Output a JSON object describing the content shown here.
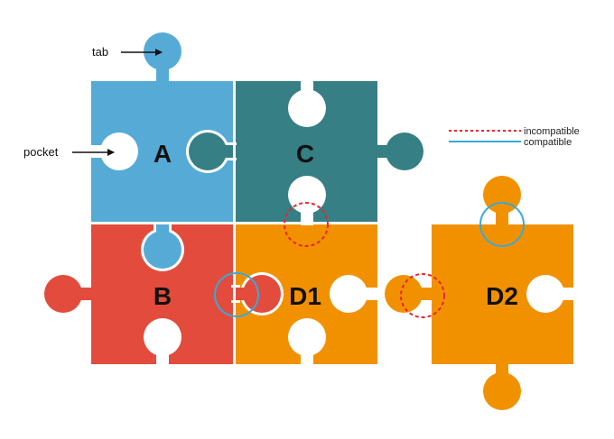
{
  "pieces": {
    "a": {
      "label": "A",
      "color": "#55ABD6"
    },
    "b": {
      "label": "B",
      "color": "#E34B3C"
    },
    "c": {
      "label": "C",
      "color": "#367F84"
    },
    "d1": {
      "label": "D1",
      "color": "#F29100"
    },
    "d2": {
      "label": "D2",
      "color": "#F29100"
    }
  },
  "callouts": {
    "tab": "tab",
    "pocket": "pocket"
  },
  "legend": {
    "incompatible": {
      "label": "incompatible",
      "color": "#E8262B"
    },
    "compatible": {
      "label": "compatible",
      "color": "#38A9D8"
    }
  }
}
